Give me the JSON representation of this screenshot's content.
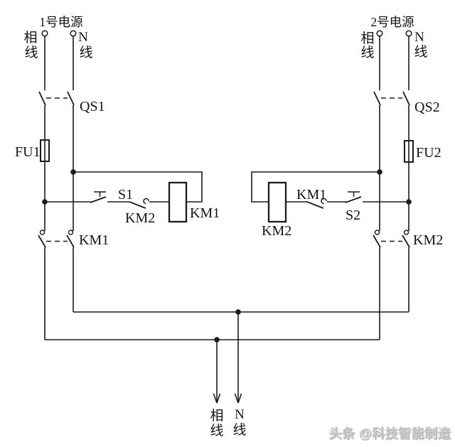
{
  "supply1": {
    "title": "1号电源",
    "phase": [
      "相",
      "线"
    ],
    "neutral": [
      "N",
      "线"
    ]
  },
  "supply2": {
    "title": "2号电源",
    "phase": [
      "相",
      "线"
    ],
    "neutral": [
      "N",
      "线"
    ]
  },
  "components": {
    "qs1": "QS1",
    "fu1": "FU1",
    "s1": "S1",
    "km2_interlock": "KM2",
    "km1_coil": "KM1",
    "km1_main": "KM1",
    "qs2": "QS2",
    "fu2": "FU2",
    "s2": "S2",
    "km1_interlock": "KM1",
    "km2_coil": "KM2",
    "km2_main": "KM2"
  },
  "output": {
    "phase": [
      "相",
      "线"
    ],
    "neutral": [
      "N",
      "线"
    ]
  },
  "watermark": "头条 @科技智能制造",
  "colors": {
    "line": "#1b1b1b",
    "background": "#ffffff",
    "watermark": "#cccccc"
  }
}
